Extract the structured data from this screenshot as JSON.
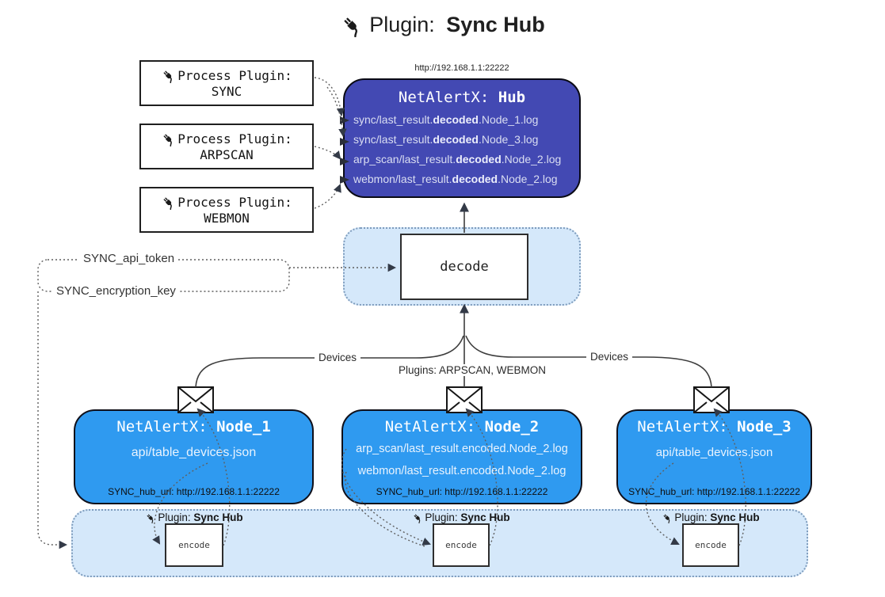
{
  "title": {
    "prefix": "Plugin: ",
    "name": "Sync Hub"
  },
  "process_plugins": [
    {
      "line1": "Process Plugin:",
      "name": "SYNC"
    },
    {
      "line1": "Process Plugin:",
      "name": "ARPSCAN"
    },
    {
      "line1": "Process Plugin:",
      "name": "WEBMON"
    }
  ],
  "hub": {
    "url": "http://192.168.1.1:22222",
    "name_prefix": "NetAlertX: ",
    "name": "Hub",
    "files": [
      {
        "pre": "sync/last_result.",
        "bold": "decoded",
        "post": ".Node_1.log"
      },
      {
        "pre": "sync/last_result.",
        "bold": "decoded",
        "post": ".Node_3.log"
      },
      {
        "pre": "arp_scan/last_result.",
        "bold": "decoded",
        "post": ".Node_2.log"
      },
      {
        "pre": "webmon/last_result.",
        "bold": "decoded",
        "post": ".Node_2.log"
      }
    ]
  },
  "decode": {
    "label": "decode"
  },
  "tokens": {
    "api_token": "SYNC_api_token",
    "encryption_key": "SYNC_encryption_key"
  },
  "connectors": {
    "left_label": "Devices",
    "center_label": "Plugins: ARPSCAN, WEBMON",
    "right_label": "Devices"
  },
  "nodes": [
    {
      "name_prefix": "NetAlertX: ",
      "name": "Node_1",
      "files": [
        "api/table_devices.json"
      ],
      "hub_url": "SYNC_hub_url: http://192.168.1.1:22222"
    },
    {
      "name_prefix": "NetAlertX: ",
      "name": "Node_2",
      "files": [
        "arp_scan/last_result.encoded.Node_2.log",
        "webmon/last_result.encoded.Node_2.log"
      ],
      "hub_url": "SYNC_hub_url: http://192.168.1.1:22222"
    },
    {
      "name_prefix": "NetAlertX: ",
      "name": "Node_3",
      "files": [
        "api/table_devices.json"
      ],
      "hub_url": "SYNC_hub_url: http://192.168.1.1:22222"
    }
  ],
  "encode_band": {
    "plugin_prefix": "Plugin: ",
    "plugin_name": "Sync Hub",
    "encode_label": "encode"
  },
  "colors": {
    "hub_fill": "#4349b3",
    "node_fill": "#2f9af0",
    "band_fill": "#d5e8fa",
    "band_border": "#7e9cbd"
  }
}
